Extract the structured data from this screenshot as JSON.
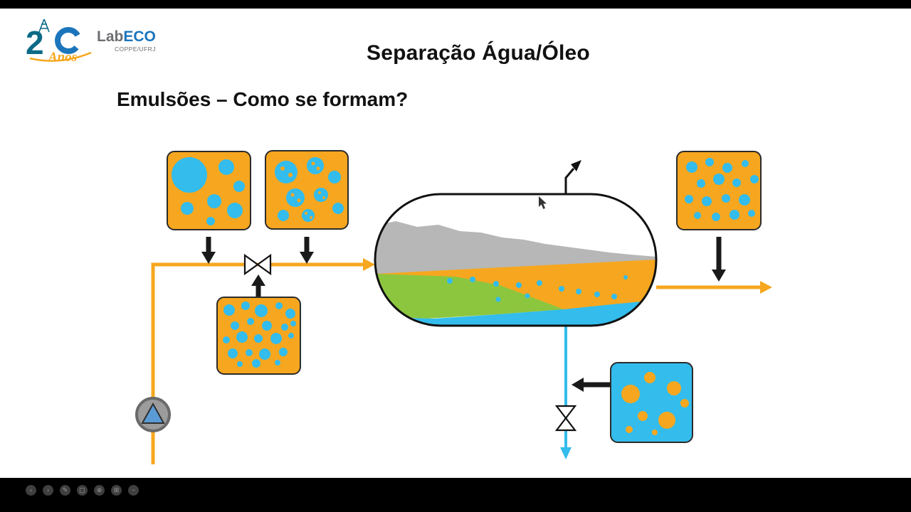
{
  "slide": {
    "title": "Separação Água/Óleo",
    "subtitle": "Emulsões – Como se formam?"
  },
  "logo": {
    "years_number": "2",
    "years_word": "Anos",
    "lab": "Lab",
    "eco": "ECO",
    "org": "COPPE/UFRJ"
  },
  "toolbar": {
    "icons": [
      {
        "name": "prev",
        "glyph": "‹"
      },
      {
        "name": "next",
        "glyph": "›"
      },
      {
        "name": "pen",
        "glyph": "✎"
      },
      {
        "name": "frame",
        "glyph": "▢"
      },
      {
        "name": "zoom",
        "glyph": "⊕"
      },
      {
        "name": "print",
        "glyph": "⊞"
      },
      {
        "name": "minus",
        "glyph": "−"
      }
    ]
  },
  "diagram": {
    "nodes": [
      "coarse-water-in-oil-emulsion-box",
      "fine-water-in-oil-emulsion-box",
      "ultrafine-water-in-oil-emulsion-box",
      "inlet-valve",
      "feed-pump",
      "separator-vessel",
      "gas-vent",
      "foam-layer",
      "oil-layer",
      "interface-layer",
      "water-layer",
      "oil-outlet-emulsion-box",
      "oil-in-water-emulsion-box",
      "water-outlet-valve"
    ]
  },
  "colors": {
    "oil_orange": "#F6A71F",
    "water_blue": "#33BCEC",
    "foam_gray": "#B7B7B7",
    "interface_green": "#8CC63F",
    "pump_gray": "#9C9C9C",
    "pump_triangle_blue": "#5B9BD5",
    "logo_blue": "#1B75BB",
    "logo_teal": "#0C6A86",
    "logo_orange": "#F6A71F"
  }
}
